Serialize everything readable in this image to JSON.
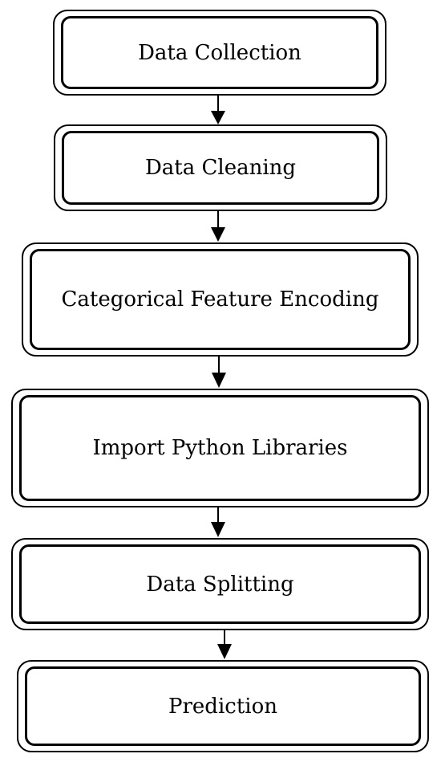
{
  "diagram": {
    "steps": [
      {
        "label": "Data Collection"
      },
      {
        "label": "Data Cleaning"
      },
      {
        "label": "Categorical Feature Encoding"
      },
      {
        "label": "Import Python Libraries"
      },
      {
        "label": "Data Splitting"
      },
      {
        "label": "Prediction"
      }
    ],
    "colors": {
      "stroke": "#000000",
      "background": "#ffffff"
    }
  }
}
